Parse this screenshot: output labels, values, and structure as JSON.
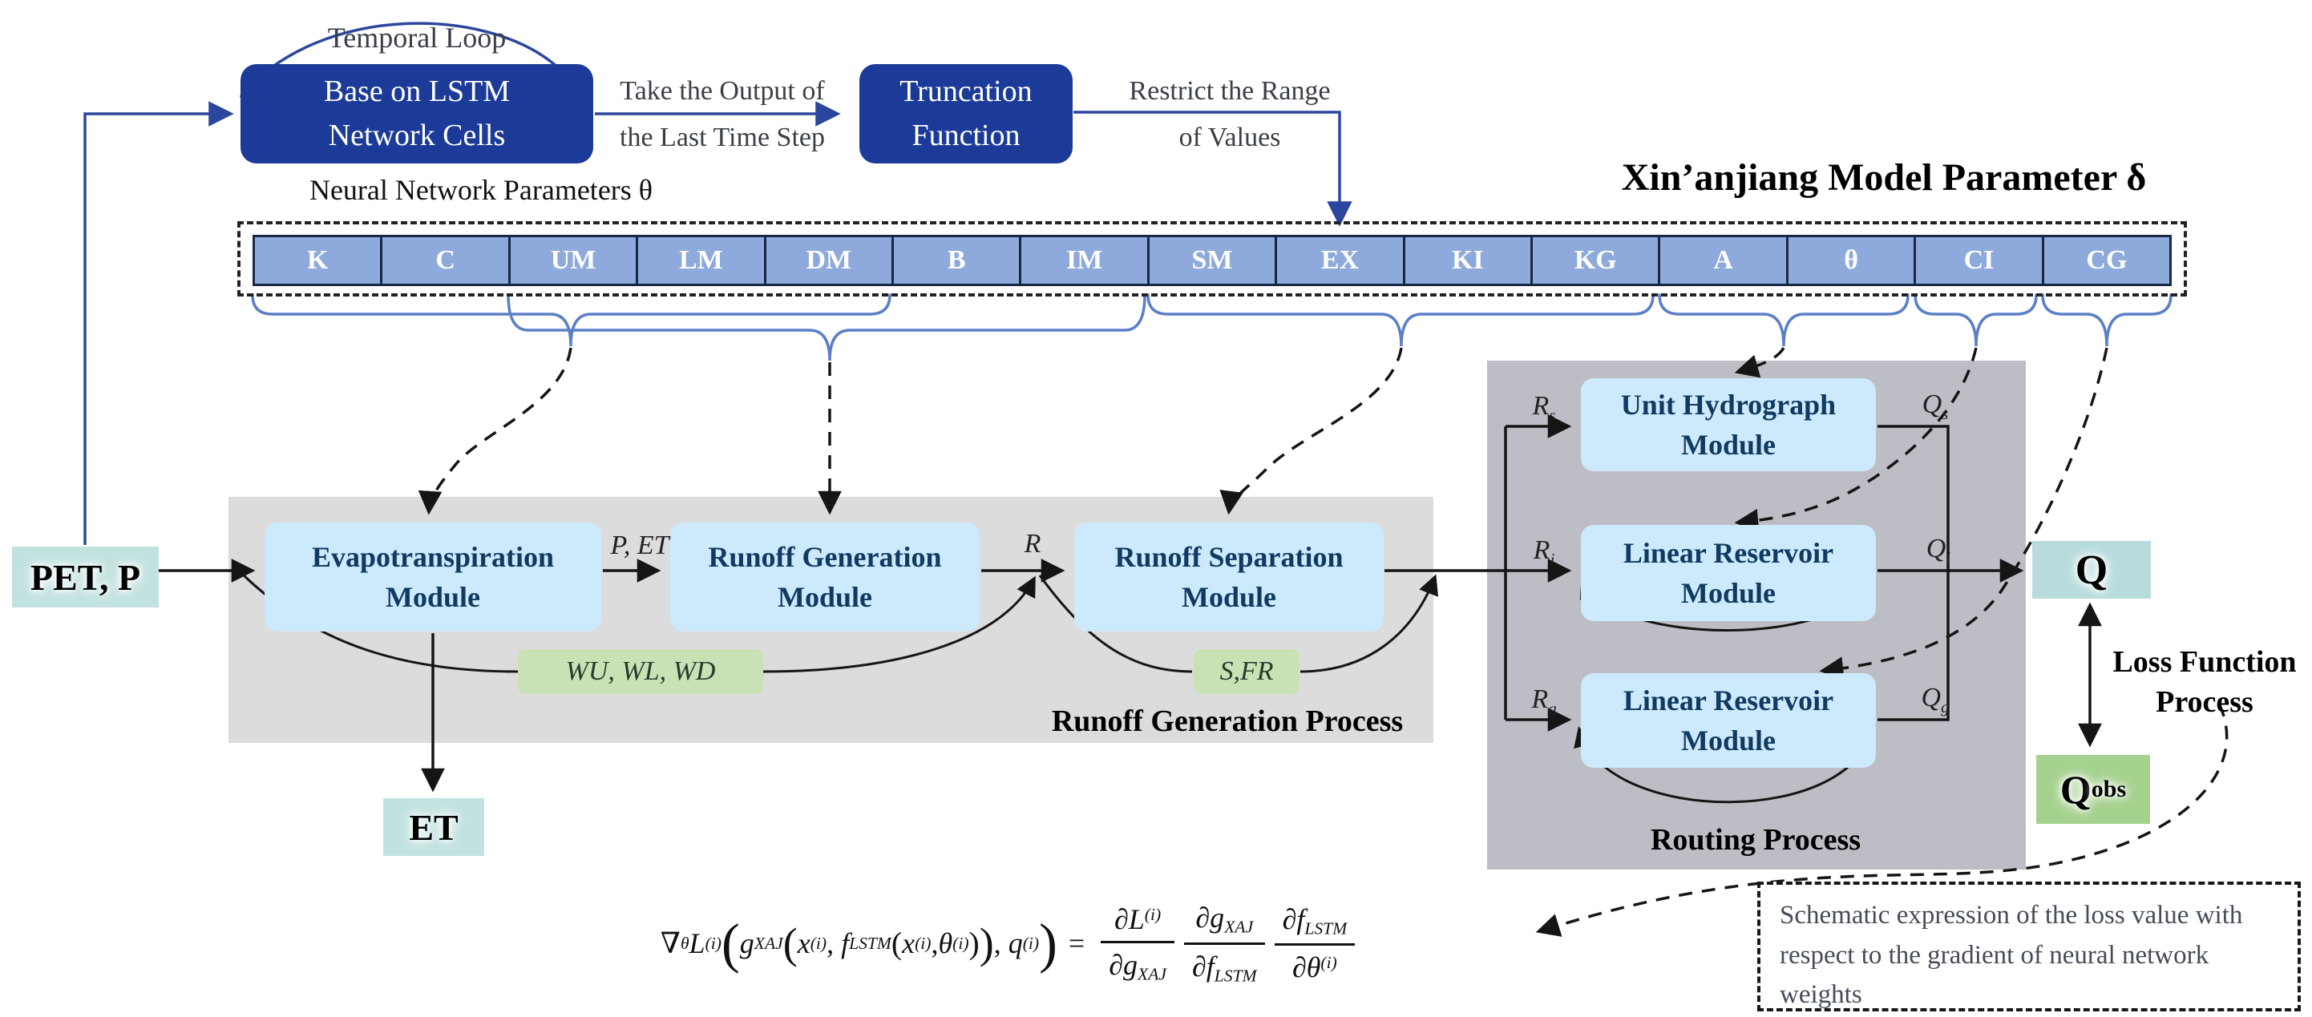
{
  "colors": {
    "navy": "#1c3b99",
    "cell-fill": "#8ea9db",
    "cell-border": "#182743",
    "brace": "#5b7fc7",
    "module-fill": "#cdeafc",
    "module-text": "#113a63",
    "gray-runoff": "#dcdcdc",
    "gray-routing": "#bdbec5",
    "green-label": "#c8e2b5",
    "teal-io": "#c2e2e0",
    "q-fill": "#b8dcdc",
    "qobs-fill": "#a5d18e",
    "blue-line": "#2b479d",
    "ink": "#151515",
    "note-text": "#454b57"
  },
  "top": {
    "temporal_loop": "Temporal Loop",
    "lstm_line1": "Base on LSTM",
    "lstm_line2": "Network Cells",
    "take_output_line1": "Take the Output of",
    "take_output_line2": "the Last Time Step",
    "truncation_line1": "Truncation",
    "truncation_line2": "Function",
    "restrict_line1": "Restrict the Range",
    "restrict_line2": "of Values",
    "nn_params": "Neural Network Parameters θ",
    "title": "Xin’anjiang Model Parameter δ"
  },
  "parameters": {
    "cells": [
      "K",
      "C",
      "UM",
      "LM",
      "DM",
      "B",
      "IM",
      "SM",
      "EX",
      "KI",
      "KG",
      "A",
      "θ",
      "CI",
      "CG"
    ]
  },
  "io": {
    "input": "PET, P",
    "et": "ET",
    "q": "Q",
    "qobs": "Q",
    "qobs_sub": "obs"
  },
  "modules": {
    "evap1": "Evapotranspiration",
    "evap2": "Module",
    "rgen1": "Runoff Generation",
    "rgen2": "Module",
    "rsep1": "Runoff Separation",
    "rsep2": "Module",
    "uh1": "Unit Hydrograph",
    "uh2": "Module",
    "lri1": "Linear Reservoir",
    "lri2": "Module",
    "lrg1": "Linear Reservoir",
    "lrg2": "Module"
  },
  "labels": {
    "p_et": "P, ET",
    "r": "R",
    "rs": "R",
    "rs_sub": "s",
    "ri": "R",
    "ri_sub": "i",
    "rg": "R",
    "rg_sub": "g",
    "qs": "Q",
    "qs_sub": "s",
    "qi": "Q",
    "qi_sub": "i",
    "qg": "Q",
    "qg_sub": "g",
    "wu_wl_wd": "WU, WL, WD",
    "s_fr": "S,FR",
    "runoff_process": "Runoff Generation Process",
    "routing_process": "Routing Process",
    "loss1": "Loss Function",
    "loss2": "Process"
  },
  "formula": {
    "nabla": "∇",
    "nabla_sub": "θ",
    "L": "L",
    "sup_i": "(i)",
    "lp": "(",
    "rp": ")",
    "g": "g",
    "g_sub": "XAJ",
    "x": "x",
    "comma": ",",
    "f": "f",
    "f_sub": "LSTM",
    "theta": "θ",
    "q": "q",
    "eq": "=",
    "fr1n": "∂L",
    "fr1d": "∂g",
    "fr1d_sub": "XAJ",
    "fr2n": "∂g",
    "fr2n_sub": "XAJ",
    "fr2d": "∂f",
    "fr2d_sub": "LSTM",
    "fr3n": "∂f",
    "fr3n_sub": "LSTM",
    "fr3d": "∂θ"
  },
  "note": {
    "text": "Schematic expression of the loss value with respect to the gradient of neural network weights"
  }
}
